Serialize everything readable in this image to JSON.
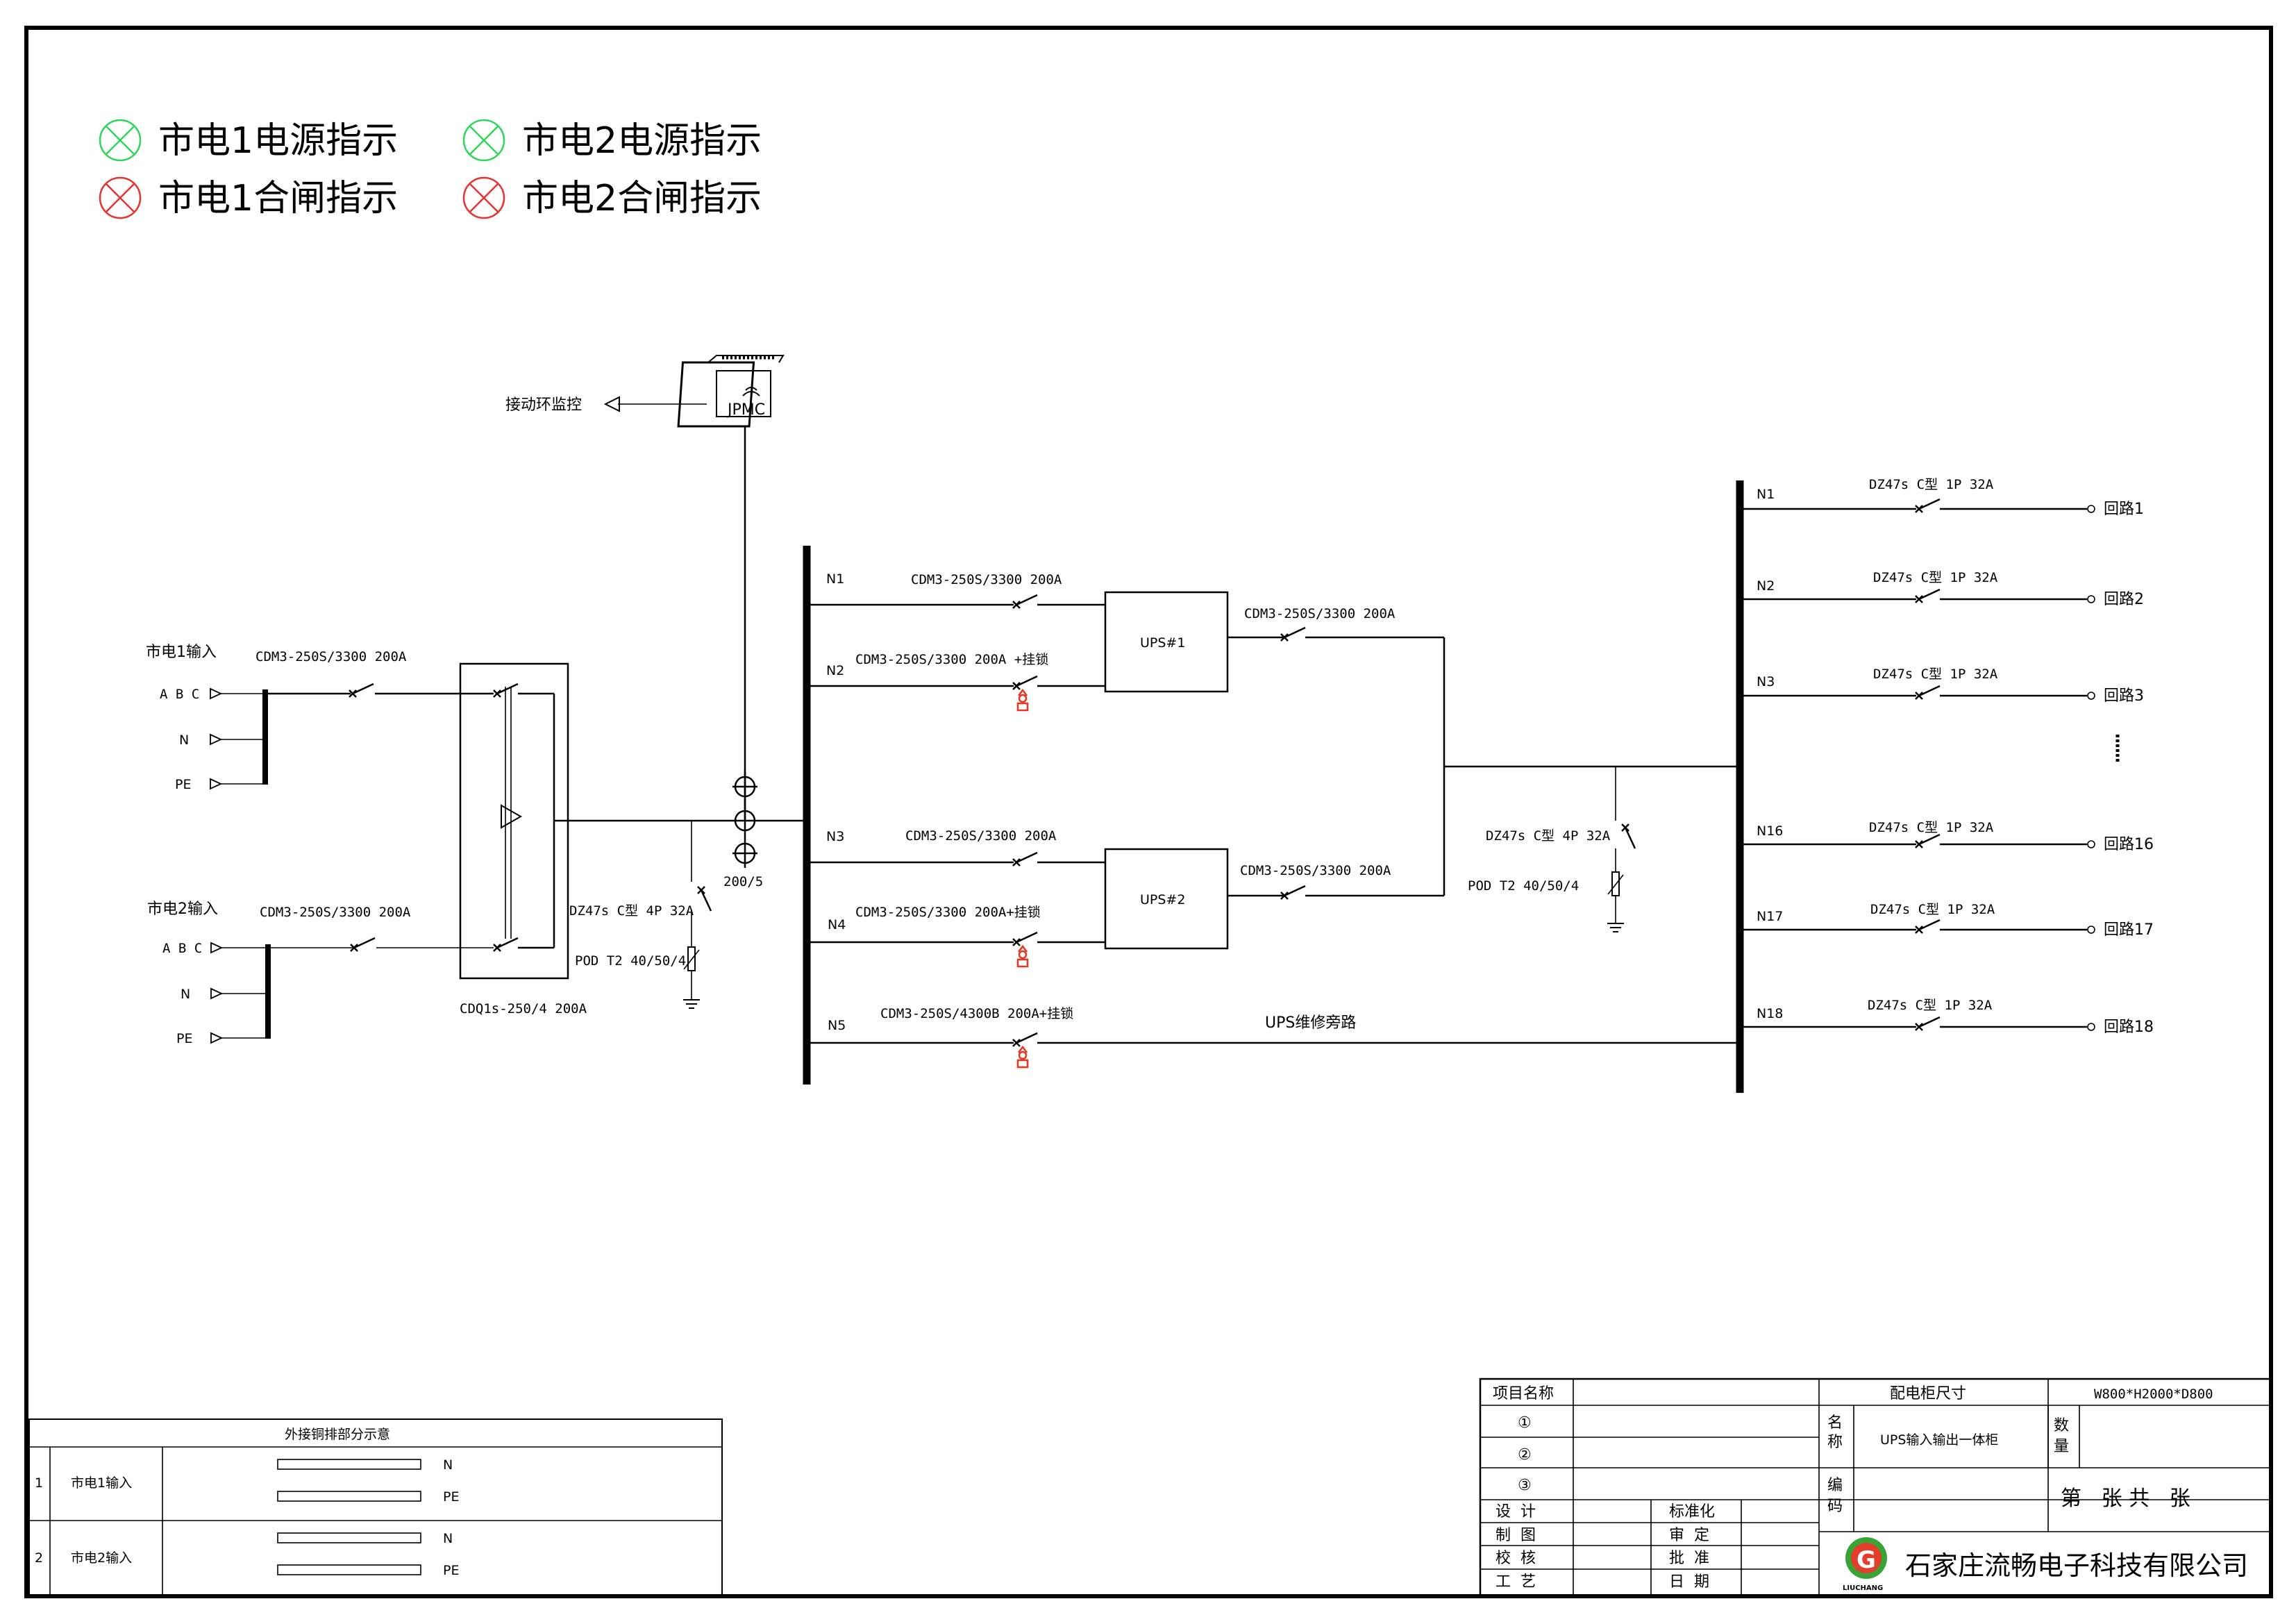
{
  "colors": {
    "line": "#000000",
    "indicator_green": "#2fd65a",
    "indicator_red": "#e8322f",
    "lock_symbol": "#e8361f"
  },
  "legend": {
    "items": [
      {
        "label": "市电1电源指示",
        "color": "green"
      },
      {
        "label": "市电2电源指示",
        "color": "green"
      },
      {
        "label": "市电1合闸指示",
        "color": "red"
      },
      {
        "label": "市电2合闸指示",
        "color": "red"
      }
    ]
  },
  "monitor": {
    "device_label": "JPMC",
    "target_label": "接动环监控"
  },
  "inputs": {
    "in1": {
      "title": "市电1输入",
      "abc": "A B C",
      "n": "N",
      "pe": "PE",
      "breaker": "CDM3-250S/3300 200A"
    },
    "in2": {
      "title": "市电2输入",
      "abc": "A B C",
      "n": "N",
      "pe": "PE",
      "breaker": "CDM3-250S/3300 200A"
    }
  },
  "ats": {
    "label": "CDQ1s-250/4 200A"
  },
  "ct": {
    "label": "200/5"
  },
  "spd_left": {
    "breaker": "DZ47s C型 4P 32A",
    "spd": "POD T2 40/50/4"
  },
  "spd_right": {
    "breaker": "DZ47s C型 4P 32A",
    "spd": "POD T2 40/50/4"
  },
  "feeders": [
    {
      "id": "N1",
      "breaker": "CDM3-250S/3300 200A"
    },
    {
      "id": "N2",
      "breaker": "CDM3-250S/3300 200A +挂锁"
    },
    {
      "id": "N3",
      "breaker": "CDM3-250S/3300 200A"
    },
    {
      "id": "N4",
      "breaker": "CDM3-250S/3300 200A+挂锁"
    },
    {
      "id": "N5",
      "breaker": "CDM3-250S/4300B 200A+挂锁"
    }
  ],
  "ups": {
    "ups1": {
      "label": "UPS#1",
      "output_breaker": "CDM3-250S/3300 200A"
    },
    "ups2": {
      "label": "UPS#2",
      "output_breaker": "CDM3-250S/3300 200A"
    },
    "bypass_label": "UPS维修旁路"
  },
  "outputs": {
    "rows": [
      {
        "id": "N1",
        "breaker": "DZ47s C型 1P 32A",
        "circuit": "回路1"
      },
      {
        "id": "N2",
        "breaker": "DZ47s C型 1P 32A",
        "circuit": "回路2"
      },
      {
        "id": "N3",
        "breaker": "DZ47s C型 1P 32A",
        "circuit": "回路3"
      },
      {
        "id": "N16",
        "breaker": "DZ47s C型 1P 32A",
        "circuit": "回路16"
      },
      {
        "id": "N17",
        "breaker": "DZ47s C型 1P 32A",
        "circuit": "回路17"
      },
      {
        "id": "N18",
        "breaker": "DZ47s C型 1P 32A",
        "circuit": "回路18"
      }
    ]
  },
  "busbar_table": {
    "title": "外接铜排部分示意",
    "rows": [
      {
        "no": "1",
        "name": "市电1输入",
        "bars": [
          "N",
          "PE"
        ]
      },
      {
        "no": "2",
        "name": "市电2输入",
        "bars": [
          "N",
          "PE"
        ]
      }
    ]
  },
  "title_block": {
    "project_name_label": "项目名称",
    "cabinet_size_label": "配电柜尺寸",
    "cabinet_size": "W800*H2000*D800",
    "circled": [
      "①",
      "②",
      "③"
    ],
    "name_label": "名\n称",
    "name_value": "UPS输入输出一体柜",
    "qty_label": "数\n量",
    "code_label": "编\n码",
    "sheet_text": "第   张 共   张",
    "roles_left": [
      "设  计",
      "制  图",
      "校  核",
      "工  艺"
    ],
    "roles_right": [
      "标准化",
      "审  定",
      "批  准",
      "日  期"
    ],
    "logo_text": "LIUCHANG",
    "company": "石家庄流畅电子科技有限公司"
  }
}
